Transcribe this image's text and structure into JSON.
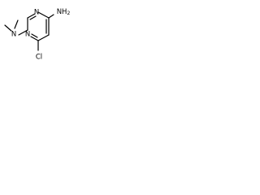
{
  "molecule": {
    "atoms": {
      "amine": "NH2",
      "dimethylamino_n": "N",
      "ring_n_top": "N",
      "ring_n_bottom": "N",
      "chlorine": "Cl"
    }
  },
  "colors": {
    "bond": "#000000",
    "label": "#000000",
    "background": "#ffffff"
  }
}
